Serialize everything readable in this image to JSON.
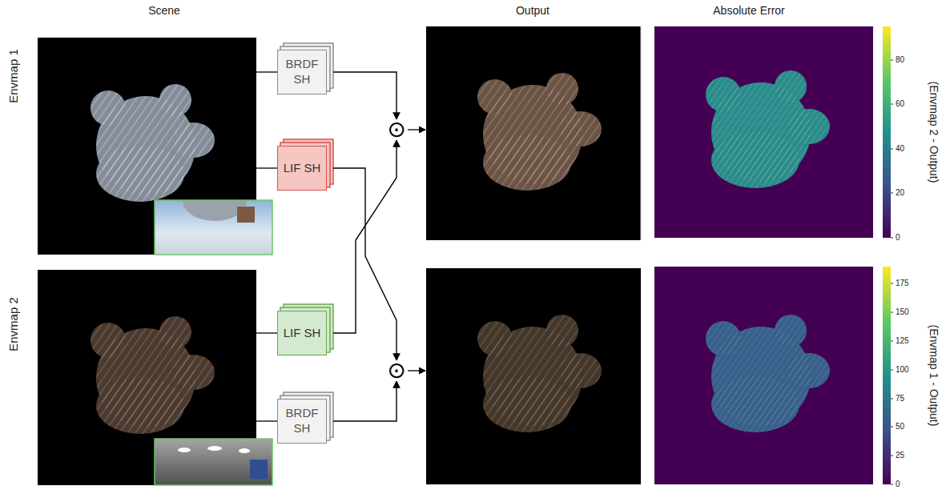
{
  "diagram": {
    "nodes": [
      {
        "text": [
          "BRDF SH"
        ]
      },
      {
        "text": [
          "LIF SH"
        ]
      },
      {
        "text": [
          "LIF SH"
        ]
      },
      {
        "text": [
          "BRDF SH"
        ]
      },
      {
        "text": [
          "⊙"
        ]
      },
      {
        "text": [
          "⊙"
        ]
      }
    ],
    "edges": [
      {
        "from": 0,
        "to": 4,
        "arrow": "to"
      },
      {
        "from": 1,
        "to": 5,
        "arrow": "to"
      },
      {
        "from": 2,
        "to": 4,
        "arrow": "to"
      },
      {
        "from": 3,
        "to": 5,
        "arrow": "to"
      }
    ],
    "labels": [
      "Scene",
      "Output",
      "Absolute Error",
      "Envmap 1",
      "80",
      "60",
      "40",
      "20",
      "0",
      "(Envmap 2 - Output)",
      "Envmap 2",
      "175",
      "150",
      "125",
      "100",
      "75",
      "50",
      "25",
      "0",
      "(Envmap 1 - Output)"
    ]
  }
}
